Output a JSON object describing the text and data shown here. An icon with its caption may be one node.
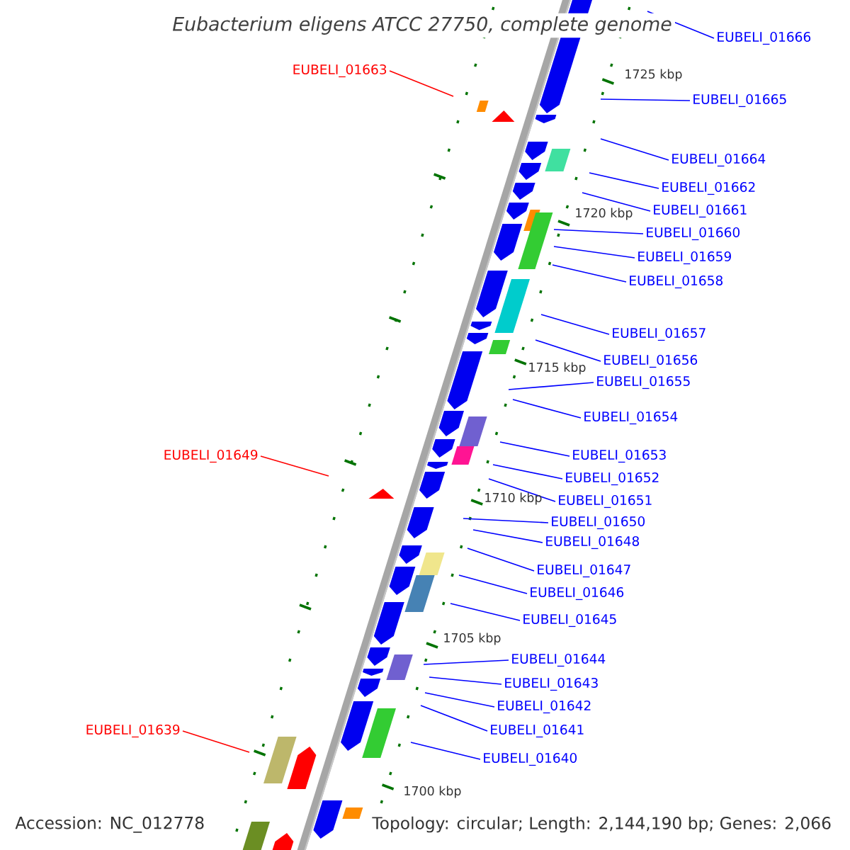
{
  "diagram": {
    "title": "*Eubacterium eligens* ATCC 27750, complete genome",
    "nodes": [
      {
        "text": [
          "EUBELI_01666"
        ]
      },
      {
        "text": [
          "EUBELI_01663"
        ]
      },
      {
        "text": [
          "EUBELI_01665"
        ]
      },
      {
        "text": [
          "EUBELI_01664"
        ]
      },
      {
        "text": [
          "EUBELI_01662"
        ]
      },
      {
        "text": [
          "EUBELI_01661"
        ]
      },
      {
        "text": [
          "EUBELI_01660"
        ]
      },
      {
        "text": [
          "EUBELI_01659"
        ]
      },
      {
        "text": [
          "EUBELI_01658"
        ]
      },
      {
        "text": [
          "EUBELI_01657"
        ]
      },
      {
        "text": [
          "EUBELI_01656"
        ]
      },
      {
        "text": [
          "EUBELI_01655"
        ]
      },
      {
        "text": [
          "EUBELI_01654"
        ]
      },
      {
        "text": [
          "EUBELI_01649"
        ]
      },
      {
        "text": [
          "EUBELI_01653"
        ]
      },
      {
        "text": [
          "EUBELI_01652"
        ]
      },
      {
        "text": [
          "EUBELI_01651"
        ]
      },
      {
        "text": [
          "EUBELI_01650"
        ]
      },
      {
        "text": [
          "EUBELI_01648"
        ]
      },
      {
        "text": [
          "EUBELI_01647"
        ]
      },
      {
        "text": [
          "EUBELI_01646"
        ]
      },
      {
        "text": [
          "EUBELI_01645"
        ]
      },
      {
        "text": [
          "EUBELI_01644"
        ]
      },
      {
        "text": [
          "EUBELI_01643"
        ]
      },
      {
        "text": [
          "EUBELI_01642"
        ]
      },
      {
        "text": [
          "EUBELI_01641"
        ]
      },
      {
        "text": [
          "EUBELI_01639"
        ]
      },
      {
        "text": [
          "EUBELI_01640"
        ]
      }
    ],
    "edges": [
      {
        "from": 0,
        "to": null,
        "arrow": "none"
      },
      {
        "from": 1,
        "to": null,
        "arrow": "none",
        "color": "#ff0000"
      },
      {
        "from": 2,
        "to": null,
        "arrow": "none"
      },
      {
        "from": 3,
        "to": null,
        "arrow": "none"
      },
      {
        "from": 4,
        "to": null,
        "arrow": "none"
      },
      {
        "from": 5,
        "to": null,
        "arrow": "none"
      },
      {
        "from": 6,
        "to": null,
        "arrow": "none"
      },
      {
        "from": 7,
        "to": null,
        "arrow": "none"
      },
      {
        "from": 8,
        "to": null,
        "arrow": "none"
      },
      {
        "from": 9,
        "to": null,
        "arrow": "none"
      },
      {
        "from": 10,
        "to": null,
        "arrow": "none"
      },
      {
        "from": 11,
        "to": null,
        "arrow": "none"
      },
      {
        "from": 12,
        "to": null,
        "arrow": "none"
      },
      {
        "from": 13,
        "to": null,
        "arrow": "none",
        "color": "#ff0000"
      },
      {
        "from": 14,
        "to": null,
        "arrow": "none"
      },
      {
        "from": 15,
        "to": null,
        "arrow": "none"
      },
      {
        "from": 16,
        "to": null,
        "arrow": "none"
      },
      {
        "from": 17,
        "to": null,
        "arrow": "none"
      },
      {
        "from": 18,
        "to": null,
        "arrow": "none"
      },
      {
        "from": 19,
        "to": null,
        "arrow": "none"
      },
      {
        "from": 20,
        "to": null,
        "arrow": "none"
      },
      {
        "from": 21,
        "to": null,
        "arrow": "none"
      },
      {
        "from": 22,
        "to": null,
        "arrow": "none"
      },
      {
        "from": 23,
        "to": null,
        "arrow": "none"
      },
      {
        "from": 24,
        "to": null,
        "arrow": "none"
      },
      {
        "from": 25,
        "to": null,
        "arrow": "none"
      },
      {
        "from": 26,
        "to": null,
        "arrow": "none",
        "color": "#ff0000"
      },
      {
        "from": 27,
        "to": null,
        "arrow": "none"
      }
    ],
    "labels": [
      "1725 kbp",
      "1720 kbp",
      "1715 kbp",
      "1710 kbp",
      "1705 kbp",
      "1700 kbp",
      "Accession: NC_012778",
      "Topology: circular; Length: 2,144,190 bp; Genes: 2,066"
    ]
  }
}
